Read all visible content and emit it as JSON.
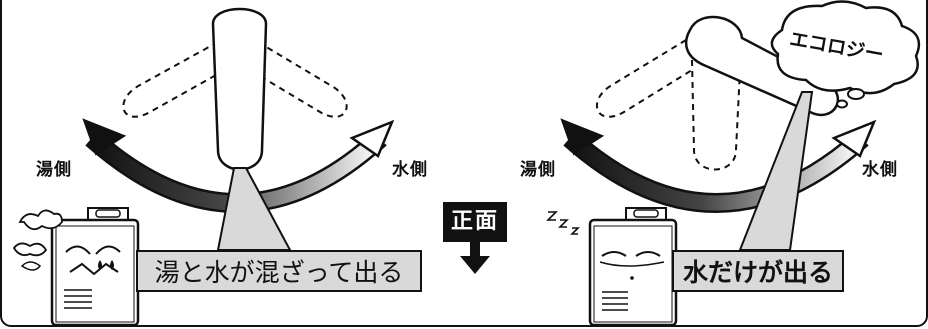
{
  "panels": [
    {
      "side_hot_label": "湯側",
      "side_cold_label": "水側",
      "caption": "湯と水が混ざって出る",
      "lever_position": "center"
    },
    {
      "side_hot_label": "湯側",
      "side_cold_label": "水側",
      "caption": "水だけが出る",
      "lever_position": "cold",
      "bubble_text": "エコロジー"
    }
  ],
  "front_label": "正面",
  "colors": {
    "ink": "#111111",
    "caption_fill": "#d9d9d9",
    "arrow_gradient": [
      "#111111",
      "#ffffff"
    ]
  }
}
